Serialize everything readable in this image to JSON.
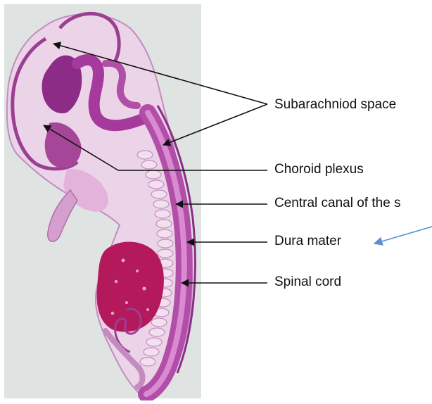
{
  "labels": {
    "subarachnoid_space": "Subarachniod space",
    "choroid_plexus": "Choroid plexus",
    "central_canal": "Central canal of the s",
    "dura_mater": "Dura mater",
    "spinal_cord": "Spinal cord"
  },
  "colors": {
    "slide_background": "#dfe4e3",
    "tissue_light": "#e3b3dc",
    "tissue_mid": "#c062b4",
    "tissue_dark": "#8c2c86",
    "liver": "#b3195b",
    "vertebra": "#f3e0ee",
    "leader_lines": "#111111",
    "pointer_arrow": "#5b8fd6"
  }
}
